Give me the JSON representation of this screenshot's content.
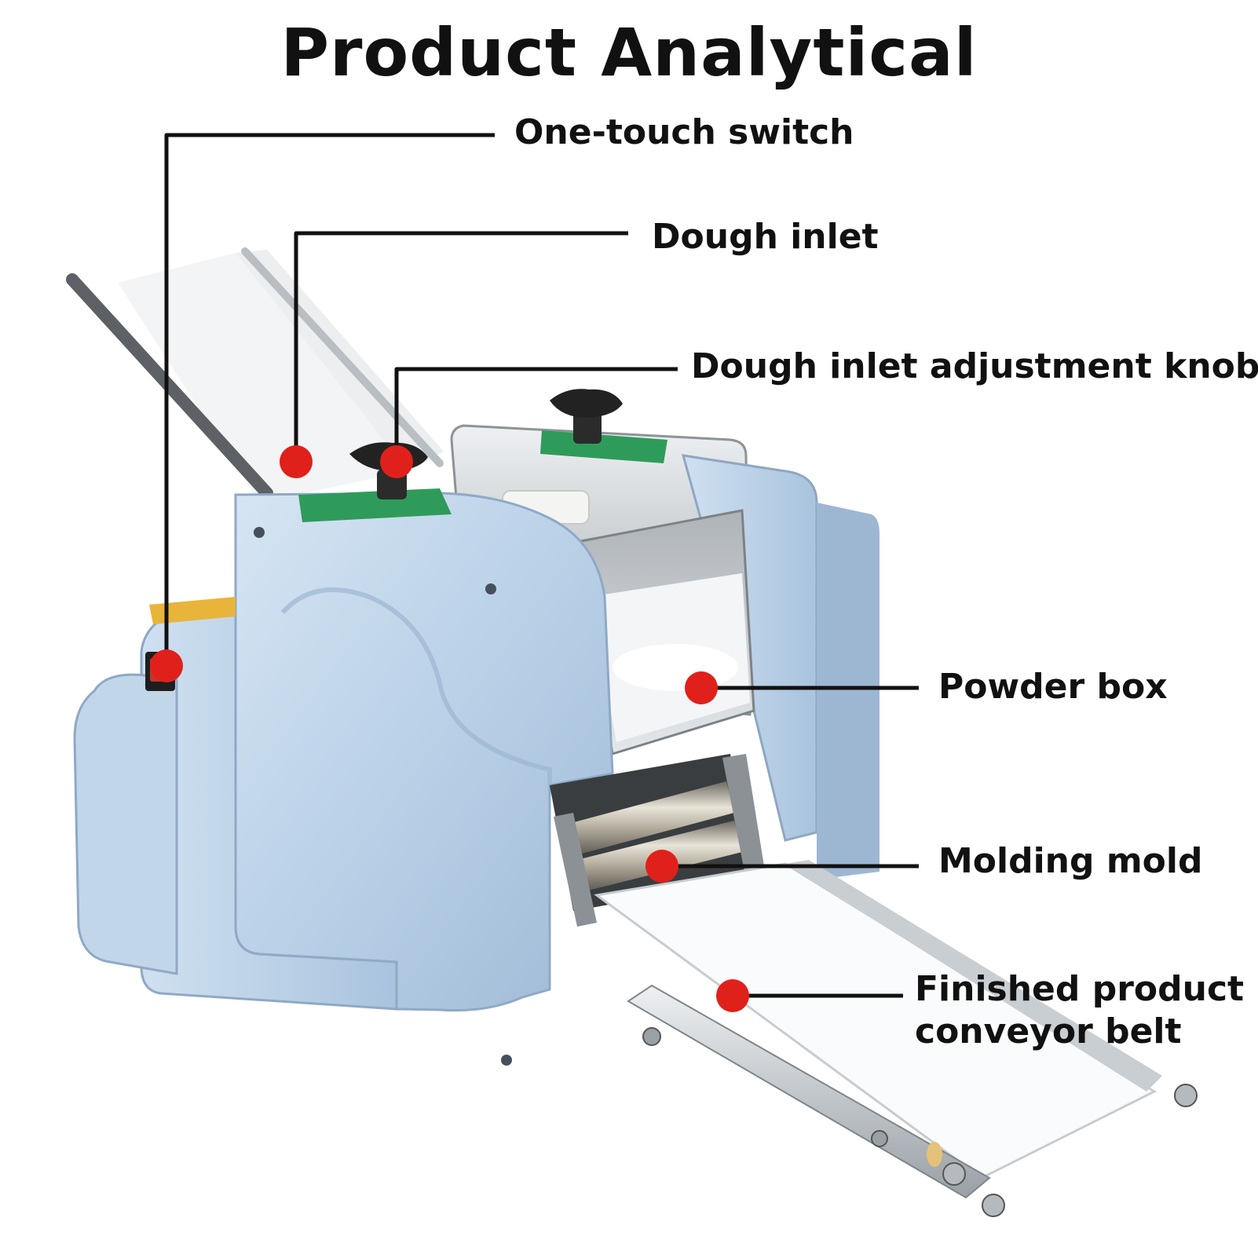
{
  "title": "Product Analytical",
  "colors": {
    "marker": "#e0201b",
    "leader": "#111111",
    "body": "#b8cfe6",
    "steel": "#c9ced2",
    "label_panel": "#2f9b5b"
  },
  "callouts": [
    {
      "id": "switch",
      "label": "One-touch switch"
    },
    {
      "id": "inlet",
      "label": "Dough inlet"
    },
    {
      "id": "knob",
      "label": "Dough inlet adjustment knob"
    },
    {
      "id": "powder",
      "label": "Powder box"
    },
    {
      "id": "mold",
      "label": "Molding mold"
    },
    {
      "id": "belt",
      "label_lines": [
        "Finished product",
        "conveyor belt"
      ]
    }
  ]
}
